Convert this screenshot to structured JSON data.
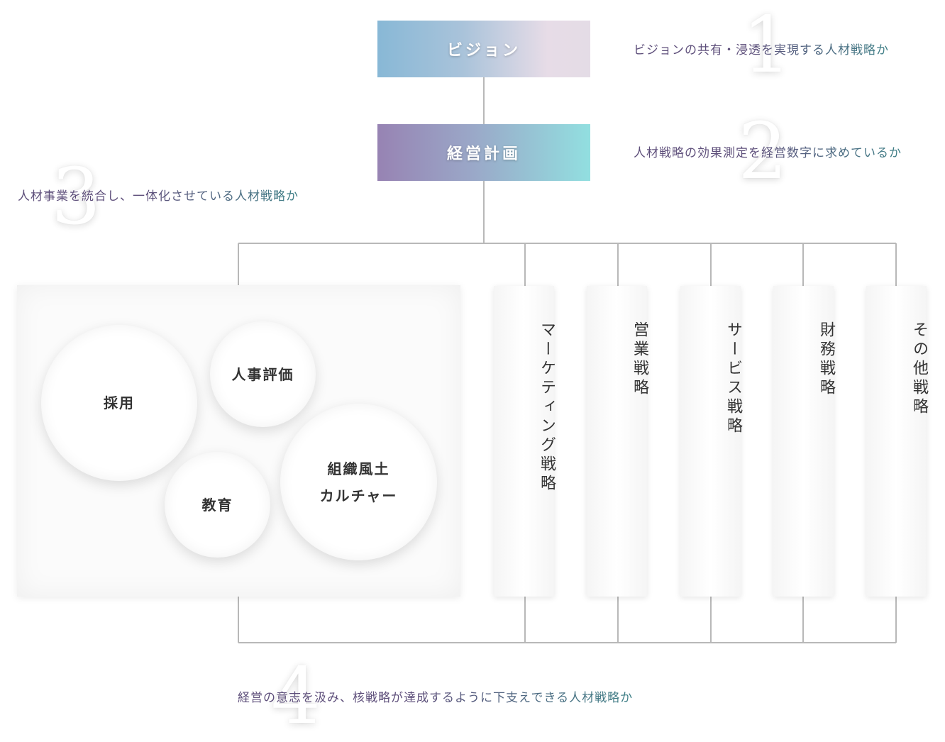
{
  "numbers": [
    "1",
    "2",
    "3",
    "4"
  ],
  "vision_box": {
    "label": "ビジョン"
  },
  "plan_box": {
    "label": "経営計画"
  },
  "captions": {
    "c1": "ビジョンの共有・浸透を実現する人材戦略か",
    "c2": "人材戦略の効果測定を経営数字に求めているか",
    "c3": "人材事業を統合し、一体化させている人材戦略か",
    "c4": "経営の意志を汲み、核戦略が達成するように下支えできる人材戦略か"
  },
  "hr_circles": {
    "recruit": "採用",
    "evaluation": "人事評価",
    "education": "教育",
    "culture_line1": "組織風土",
    "culture_line2": "カルチャー"
  },
  "strategies": [
    "マーケティング戦略",
    "営業戦略",
    "サービス戦略",
    "財務戦略",
    "その他戦略"
  ],
  "colors": {
    "vision_gradient": [
      "#8ab9d6",
      "#e6dce6"
    ],
    "plan_gradient": [
      "#9682b2",
      "#92e0e0"
    ],
    "connector": "#b7b7b7",
    "caption_purple": "#5d4e7a",
    "caption_teal": "#3d7f86"
  }
}
